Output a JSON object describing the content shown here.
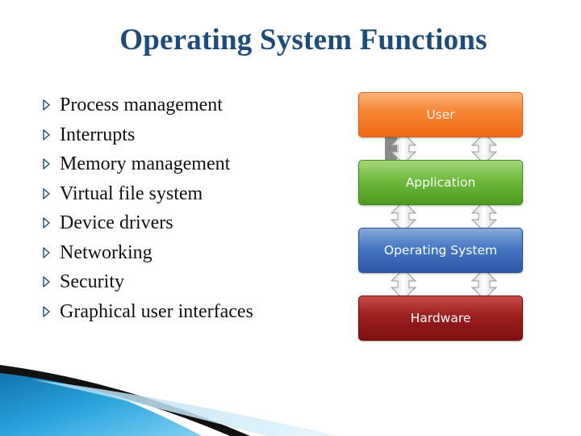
{
  "slide": {
    "title": "Operating System Functions",
    "bullets": [
      "Process management",
      "Interrupts",
      "Memory management",
      "Virtual file system",
      "Device drivers",
      "Networking",
      "Security",
      "Graphical user interfaces"
    ]
  },
  "diagram": {
    "layers": [
      {
        "label": "User",
        "color": "#f58433"
      },
      {
        "label": "Application",
        "color": "#6fba3c"
      },
      {
        "label": "Operating System",
        "color": "#4676c2"
      },
      {
        "label": "Hardware",
        "color": "#9c1e1e"
      }
    ]
  },
  "theme": {
    "title_color": "#1d4c78",
    "bullet_arrow_color": "#1d4c78",
    "corner_blue": "#1f8fc9"
  }
}
